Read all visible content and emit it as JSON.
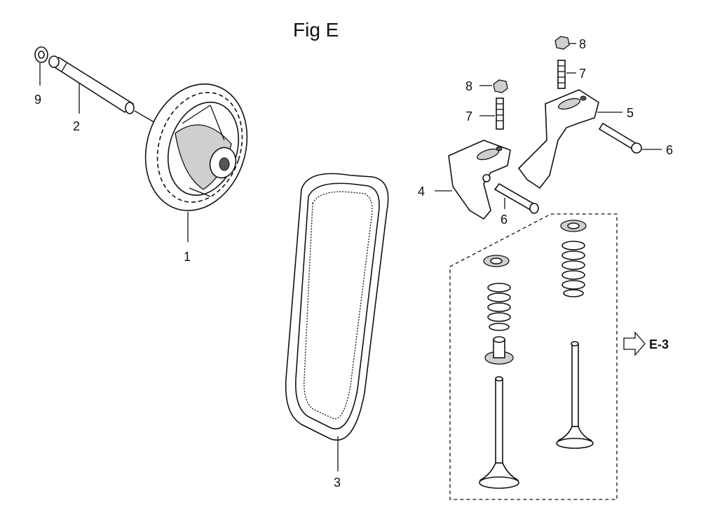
{
  "figure": {
    "title": "Fig E",
    "reference": "E-3"
  },
  "callouts": [
    {
      "id": "c1",
      "label": "1"
    },
    {
      "id": "c2",
      "label": "2"
    },
    {
      "id": "c3",
      "label": "3"
    },
    {
      "id": "c4",
      "label": "4"
    },
    {
      "id": "c5",
      "label": "5"
    },
    {
      "id": "c6a",
      "label": "6"
    },
    {
      "id": "c6b",
      "label": "6"
    },
    {
      "id": "c7a",
      "label": "7"
    },
    {
      "id": "c7b",
      "label": "7"
    },
    {
      "id": "c8a",
      "label": "8"
    },
    {
      "id": "c8b",
      "label": "8"
    },
    {
      "id": "c9",
      "label": "9"
    }
  ]
}
